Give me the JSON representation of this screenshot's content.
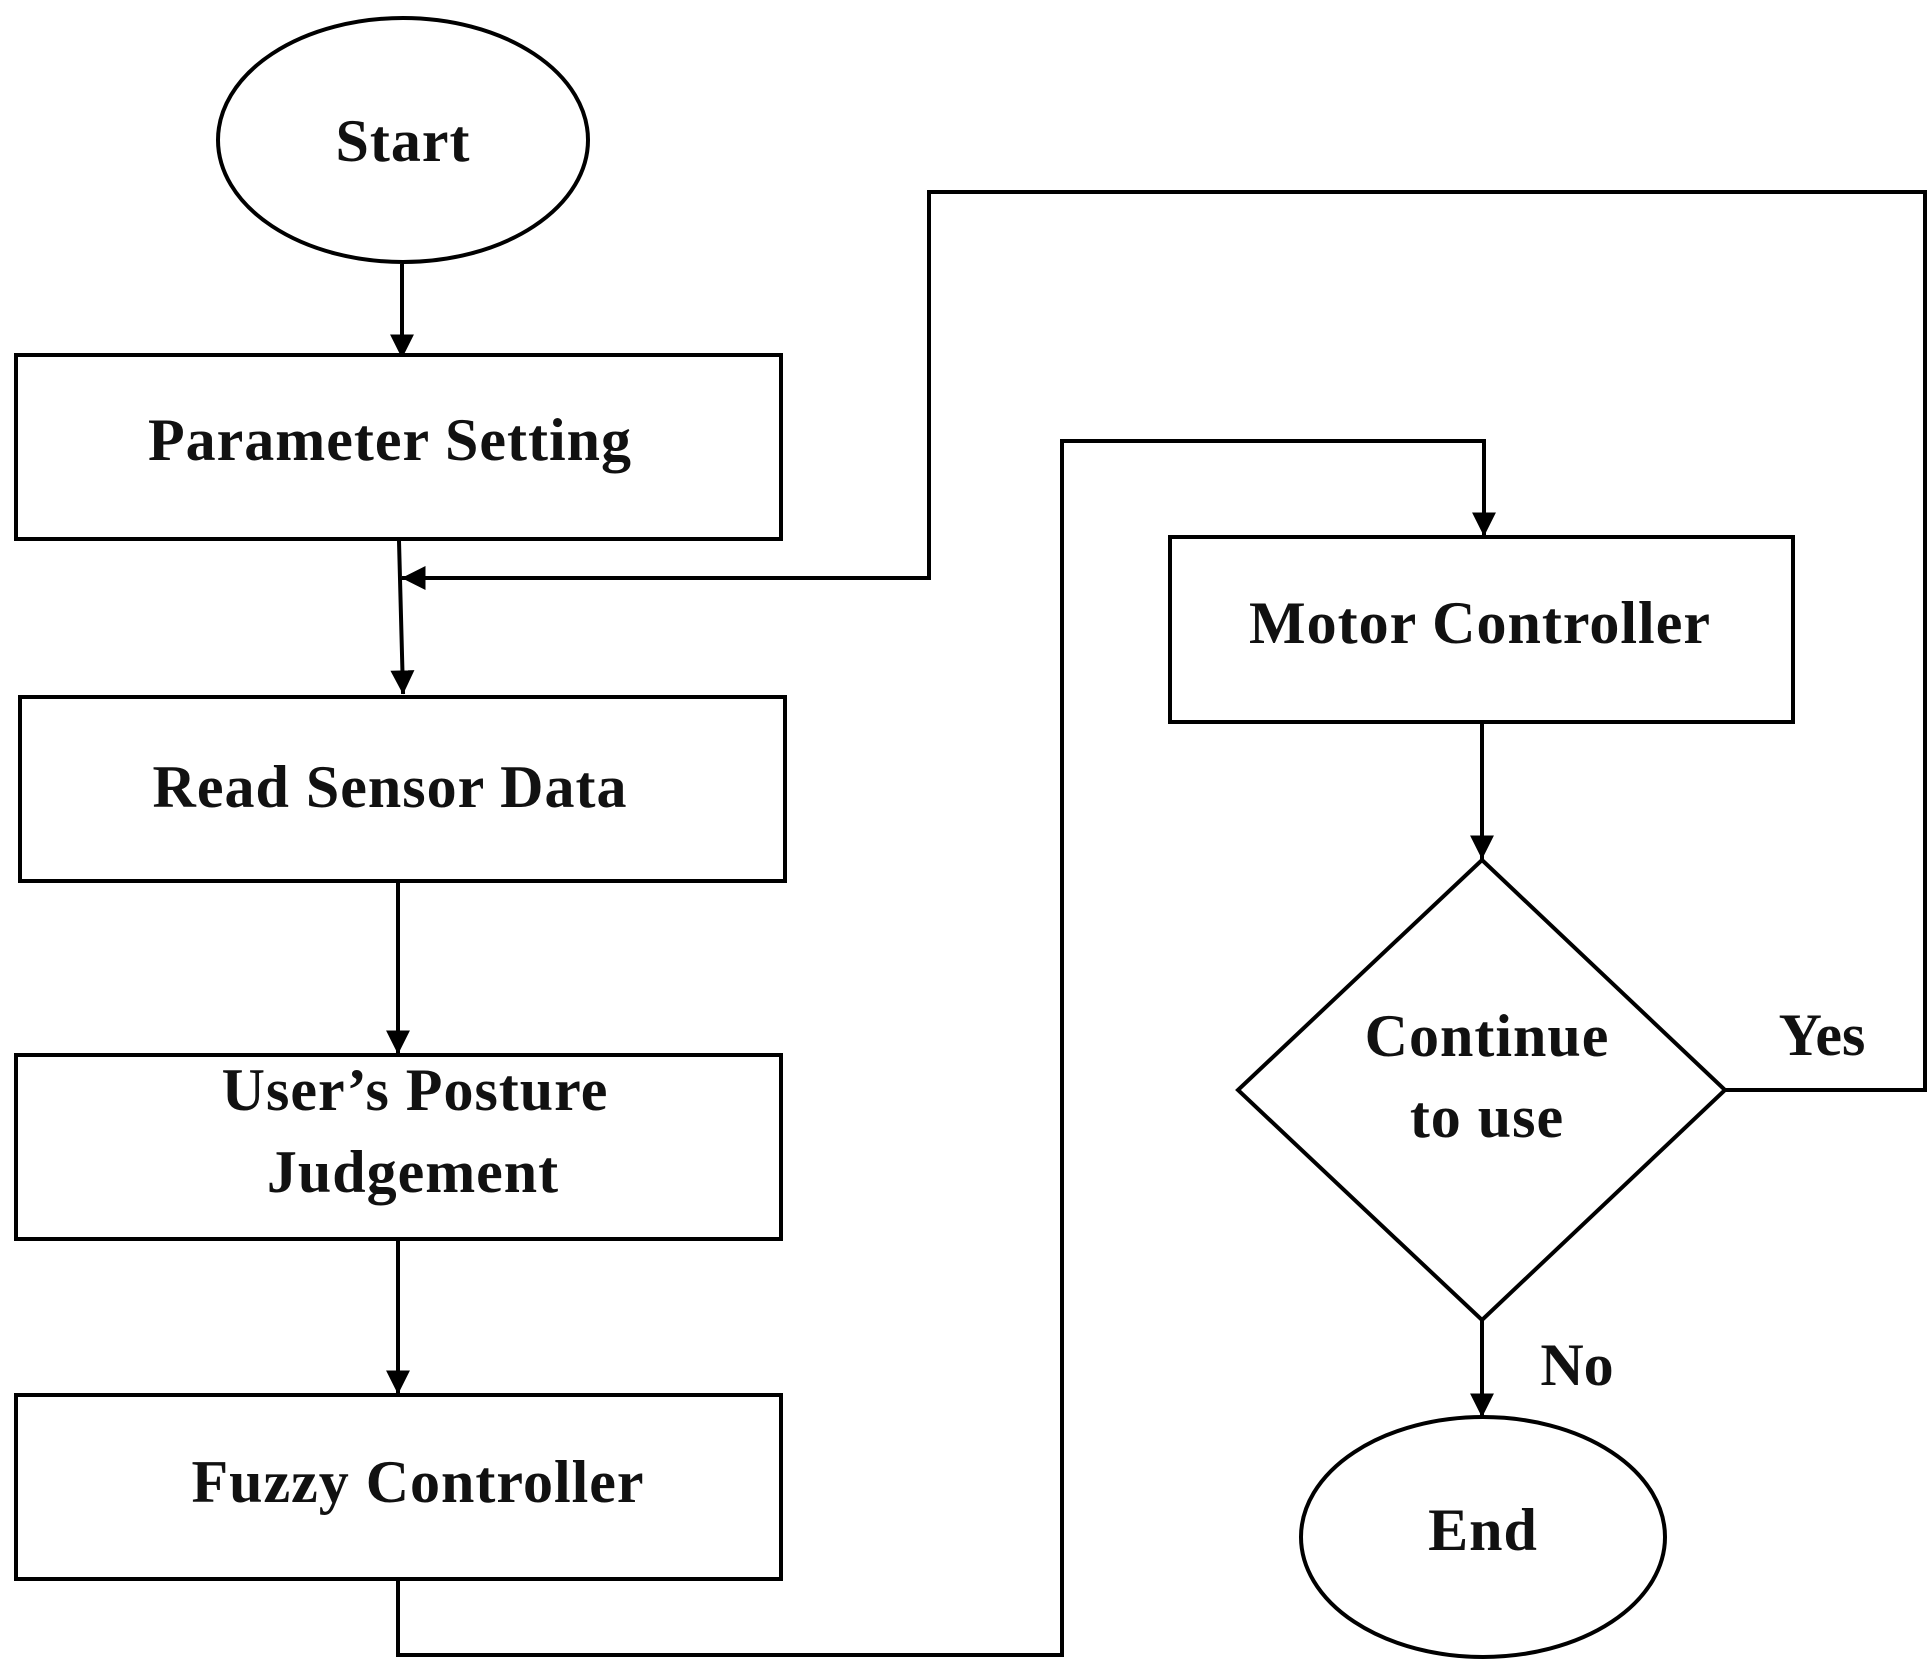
{
  "nodes": {
    "start": "Start",
    "parameter_setting": "Parameter Setting",
    "read_sensor_data": "Read Sensor Data",
    "posture_line1": "User’s Posture",
    "posture_line2": "Judgement",
    "fuzzy_controller": "Fuzzy Controller",
    "motor_controller": "Motor Controller",
    "decision_line1": "Continue",
    "decision_line2": "to use",
    "end": "End"
  },
  "branches": {
    "yes": "Yes",
    "no": "No"
  },
  "colors": {
    "stroke": "#000000",
    "fill": "#ffffff",
    "text": "#111111"
  }
}
